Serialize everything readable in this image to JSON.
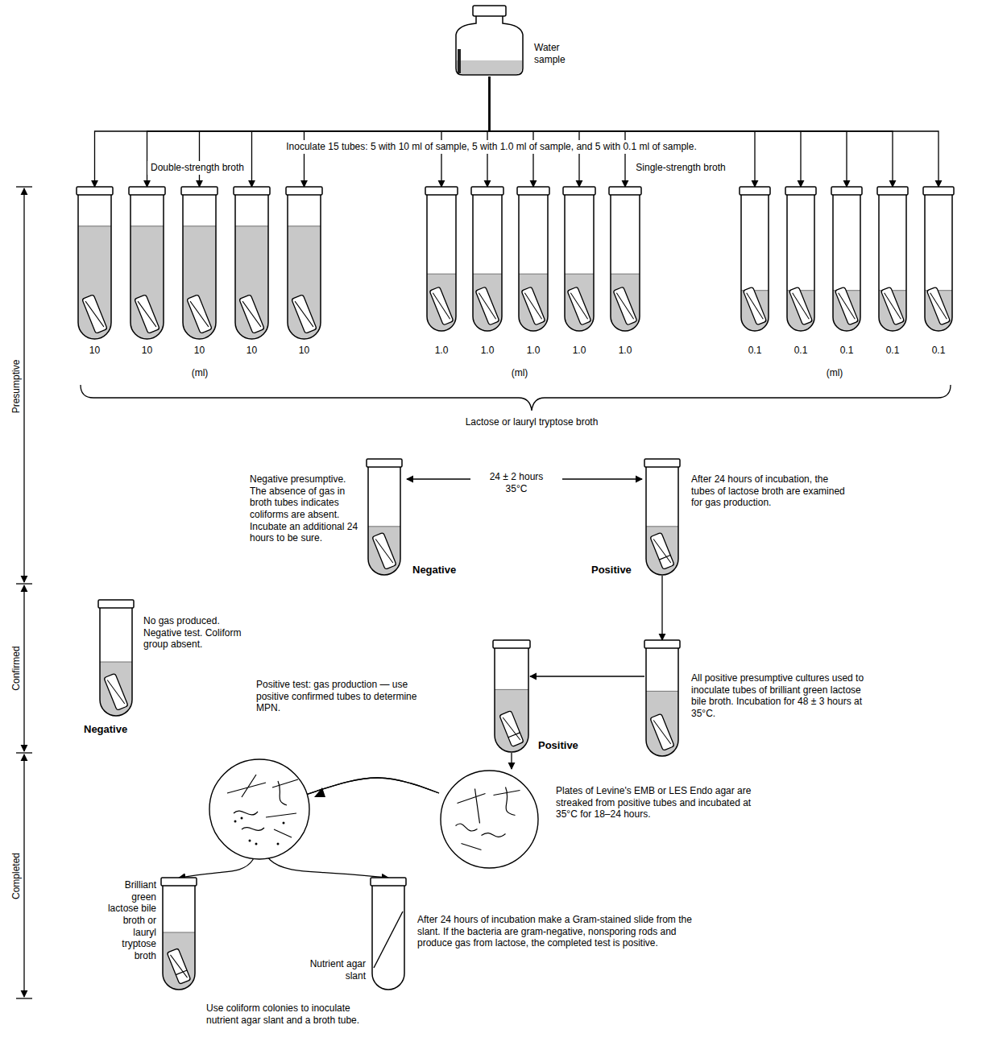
{
  "diagram": {
    "nodes": [
      {
        "text": [
          "Water sample"
        ]
      },
      {
        "text": [
          "10"
        ]
      },
      {
        "text": [
          "10"
        ]
      },
      {
        "text": [
          "10"
        ]
      },
      {
        "text": [
          "10"
        ]
      },
      {
        "text": [
          "10"
        ]
      },
      {
        "text": [
          "1.0"
        ]
      },
      {
        "text": [
          "1.0"
        ]
      },
      {
        "text": [
          "1.0"
        ]
      },
      {
        "text": [
          "1.0"
        ]
      },
      {
        "text": [
          "1.0"
        ]
      },
      {
        "text": [
          "0.1"
        ]
      },
      {
        "text": [
          "0.1"
        ]
      },
      {
        "text": [
          "0.1"
        ]
      },
      {
        "text": [
          "0.1"
        ]
      },
      {
        "text": [
          "0.1"
        ]
      },
      {
        "text": [
          "Negative presumptive. The absence of gas in broth tubes indicates coliforms are absent. Incubate an additional 24 hours to be sure.",
          "Negative"
        ]
      },
      {
        "text": [
          "After 24 hours of incubation, the tubes of lactose broth are examined for gas production.",
          "Positive"
        ]
      },
      {
        "text": [
          "All positive presumptive cultures used to inoculate tubes of brilliant green lactose bile broth. Incubation for 48 ± 3 hours at 35°C."
        ]
      },
      {
        "text": [
          "Positive test: gas production — use positive confirmed tubes to determine MPN.",
          "Positive"
        ]
      },
      {
        "text": [
          "No gas produced. Negative test. Coliform group absent.",
          "Negative"
        ]
      },
      {
        "text": [
          "Plates of Levine's EMB or LES Endo agar are streaked from positive tubes and incubated at 35°C for 18–24 hours."
        ]
      },
      {
        "text": [
          "Brilliant green lactose bile broth or lauryl tryptose broth",
          "Use coliform colonies to inoculate nutrient agar slant and a broth tube."
        ]
      },
      {
        "text": [
          "Nutrient agar slant",
          "After 24 hours of incubation make a Gram-stained slide from the slant. If the bacteria are gram-negative, nonsporing rods and produce gas from lactose, the completed test is positive."
        ]
      }
    ],
    "edges": [
      {
        "from": 0,
        "to": 1,
        "arrow": "to"
      },
      {
        "from": 0,
        "to": 2,
        "arrow": "to"
      },
      {
        "from": 0,
        "to": 3,
        "arrow": "to"
      },
      {
        "from": 0,
        "to": 4,
        "arrow": "to"
      },
      {
        "from": 0,
        "to": 5,
        "arrow": "to"
      },
      {
        "from": 0,
        "to": 6,
        "arrow": "to"
      },
      {
        "from": 0,
        "to": 7,
        "arrow": "to"
      },
      {
        "from": 0,
        "to": 8,
        "arrow": "to"
      },
      {
        "from": 0,
        "to": 9,
        "arrow": "to"
      },
      {
        "from": 0,
        "to": 10,
        "arrow": "to"
      },
      {
        "from": 0,
        "to": 11,
        "arrow": "to"
      },
      {
        "from": 0,
        "to": 12,
        "arrow": "to"
      },
      {
        "from": 0,
        "to": 13,
        "arrow": "to"
      },
      {
        "from": 0,
        "to": 14,
        "arrow": "to"
      },
      {
        "from": 0,
        "to": 15,
        "arrow": "to"
      },
      {
        "from": 17,
        "to": 18,
        "arrow": "to"
      },
      {
        "from": 18,
        "to": 19,
        "arrow": "to"
      },
      {
        "from": 19,
        "to": 21,
        "arrow": "to"
      },
      {
        "from": 21,
        "to": 22,
        "arrow": "to"
      },
      {
        "from": 21,
        "to": 23,
        "arrow": "to"
      }
    ],
    "labels": [
      "Inoculate 15 tubes: 5 with 10 ml of sample, 5 with 1.0 ml of sample, and 5 with 0.1 ml of sample.",
      "Double-strength broth",
      "Single-strength broth",
      "(ml)",
      "(ml)",
      "(ml)",
      "Lactose or lauryl tryptose broth",
      "24 ± 2 hours 35°C",
      "Presumptive",
      "Confirmed",
      "Completed"
    ]
  }
}
